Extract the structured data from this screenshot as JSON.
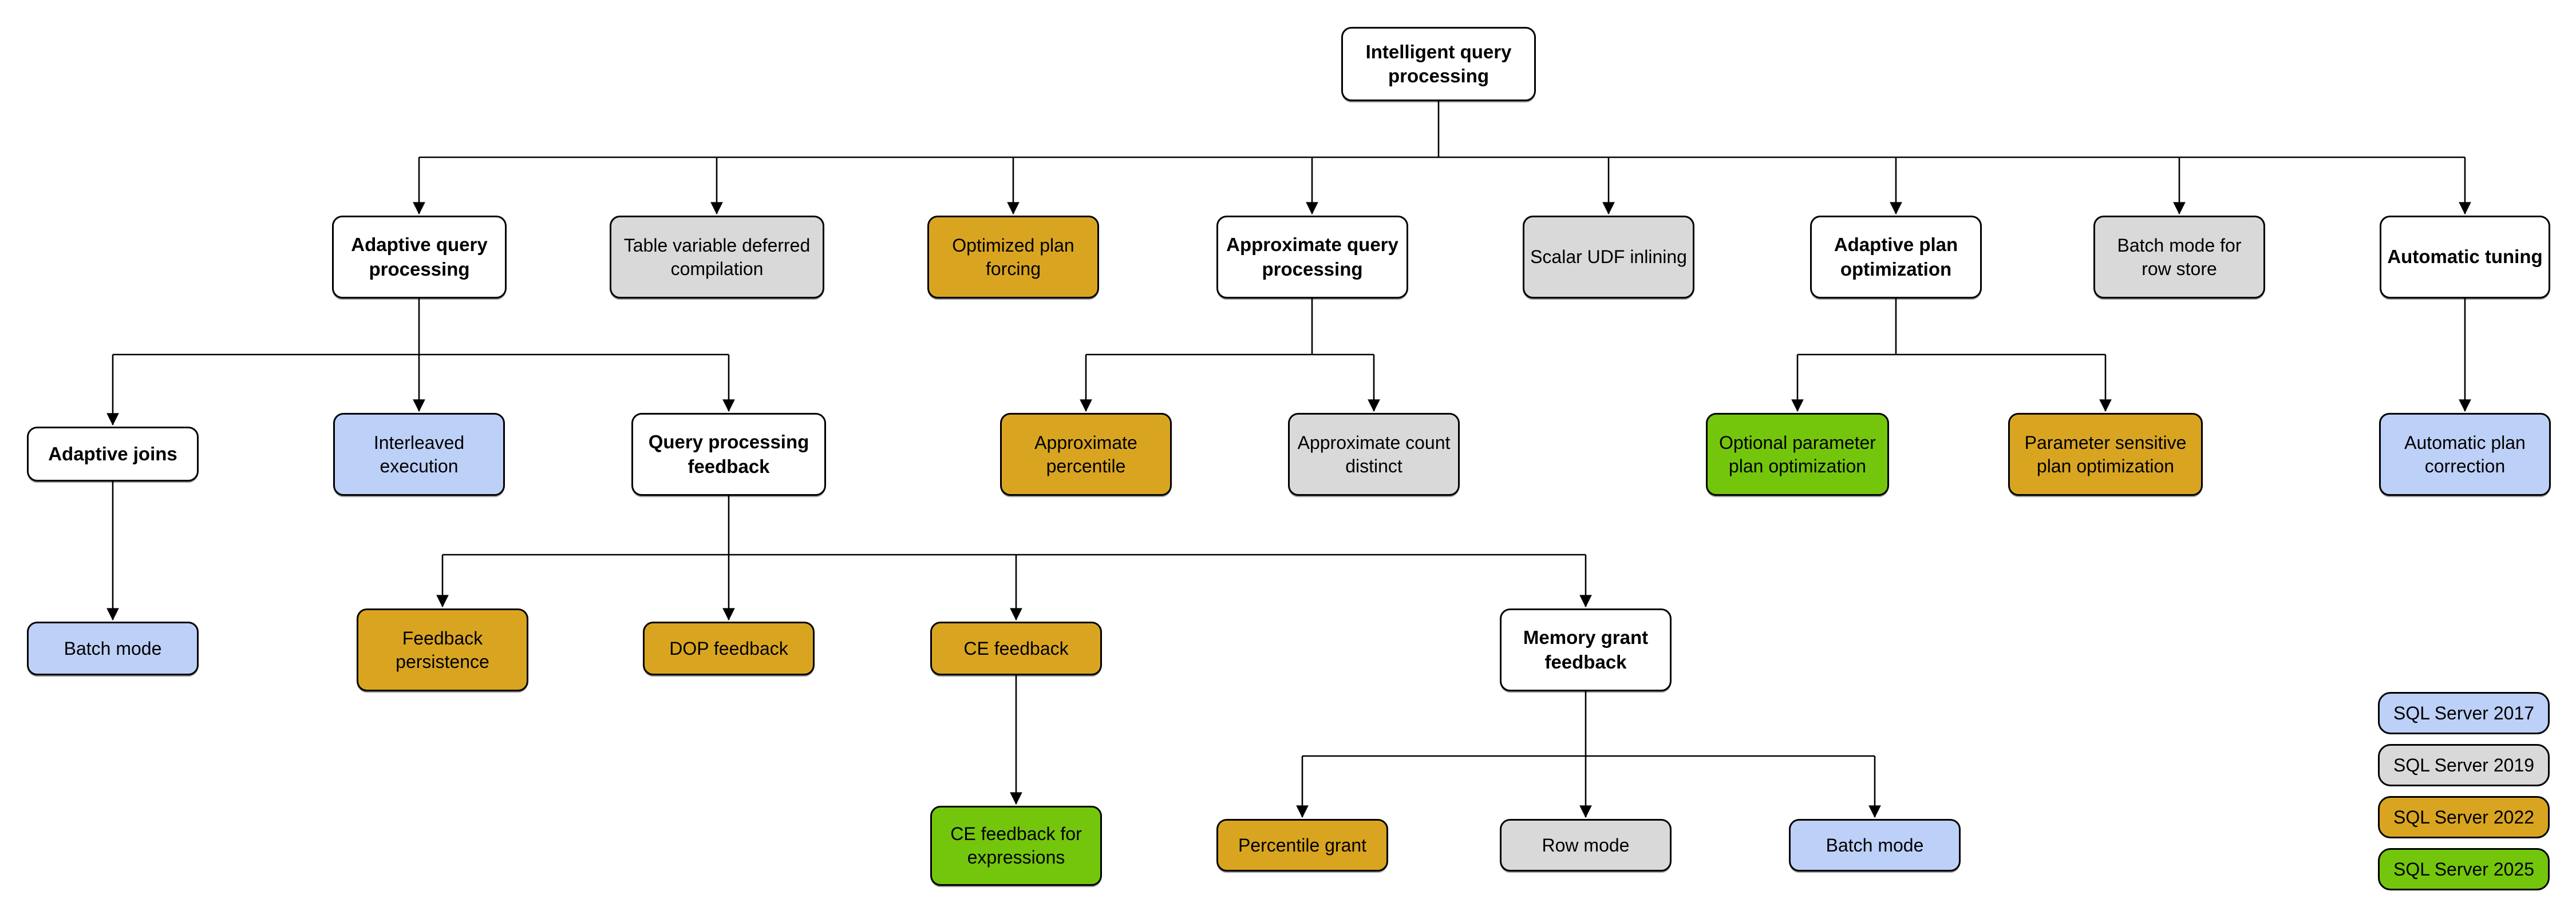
{
  "colors": {
    "white": "#ffffff",
    "blue2017": "#bdd0f7",
    "gray2019": "#d9d9d9",
    "orange2022": "#d9a521",
    "green2025": "#74c60d"
  },
  "nodes": {
    "iqp": {
      "label": "Intelligent query processing"
    },
    "aqp": {
      "label": "Adaptive query processing"
    },
    "tvdc": {
      "label": "Table variable deferred compilation"
    },
    "opf": {
      "label": "Optimized plan forcing"
    },
    "aqproc": {
      "label": "Approximate query processing"
    },
    "sudf": {
      "label": "Scalar UDF inlining"
    },
    "apo": {
      "label": "Adaptive plan optimization"
    },
    "bmrs": {
      "label": "Batch mode for row store"
    },
    "at": {
      "label": "Automatic tuning"
    },
    "aj": {
      "label": "Adaptive joins"
    },
    "ie": {
      "label": "Interleaved execution"
    },
    "qpf": {
      "label": "Query processing feedback"
    },
    "apct": {
      "label": "Approximate percentile"
    },
    "acd": {
      "label": "Approximate count distinct"
    },
    "oppo": {
      "label": "Optional parameter plan optimization"
    },
    "pspo": {
      "label": "Parameter sensitive plan optimization"
    },
    "apc": {
      "label": "Automatic plan correction"
    },
    "bm1": {
      "label": "Batch mode"
    },
    "fp": {
      "label": "Feedback persistence"
    },
    "dop": {
      "label": "DOP feedback"
    },
    "ce": {
      "label": "CE feedback"
    },
    "mgf": {
      "label": "Memory grant feedback"
    },
    "cefe": {
      "label": "CE feedback for expressions"
    },
    "pg": {
      "label": "Percentile grant"
    },
    "rm": {
      "label": "Row mode"
    },
    "bm2": {
      "label": "Batch mode"
    }
  },
  "legend": {
    "items": [
      {
        "label": "SQL Server 2017",
        "color": "blue2017"
      },
      {
        "label": "SQL Server 2019",
        "color": "gray2019"
      },
      {
        "label": "SQL Server 2022",
        "color": "orange2022"
      },
      {
        "label": "SQL Server 2025",
        "color": "green2025"
      }
    ]
  }
}
